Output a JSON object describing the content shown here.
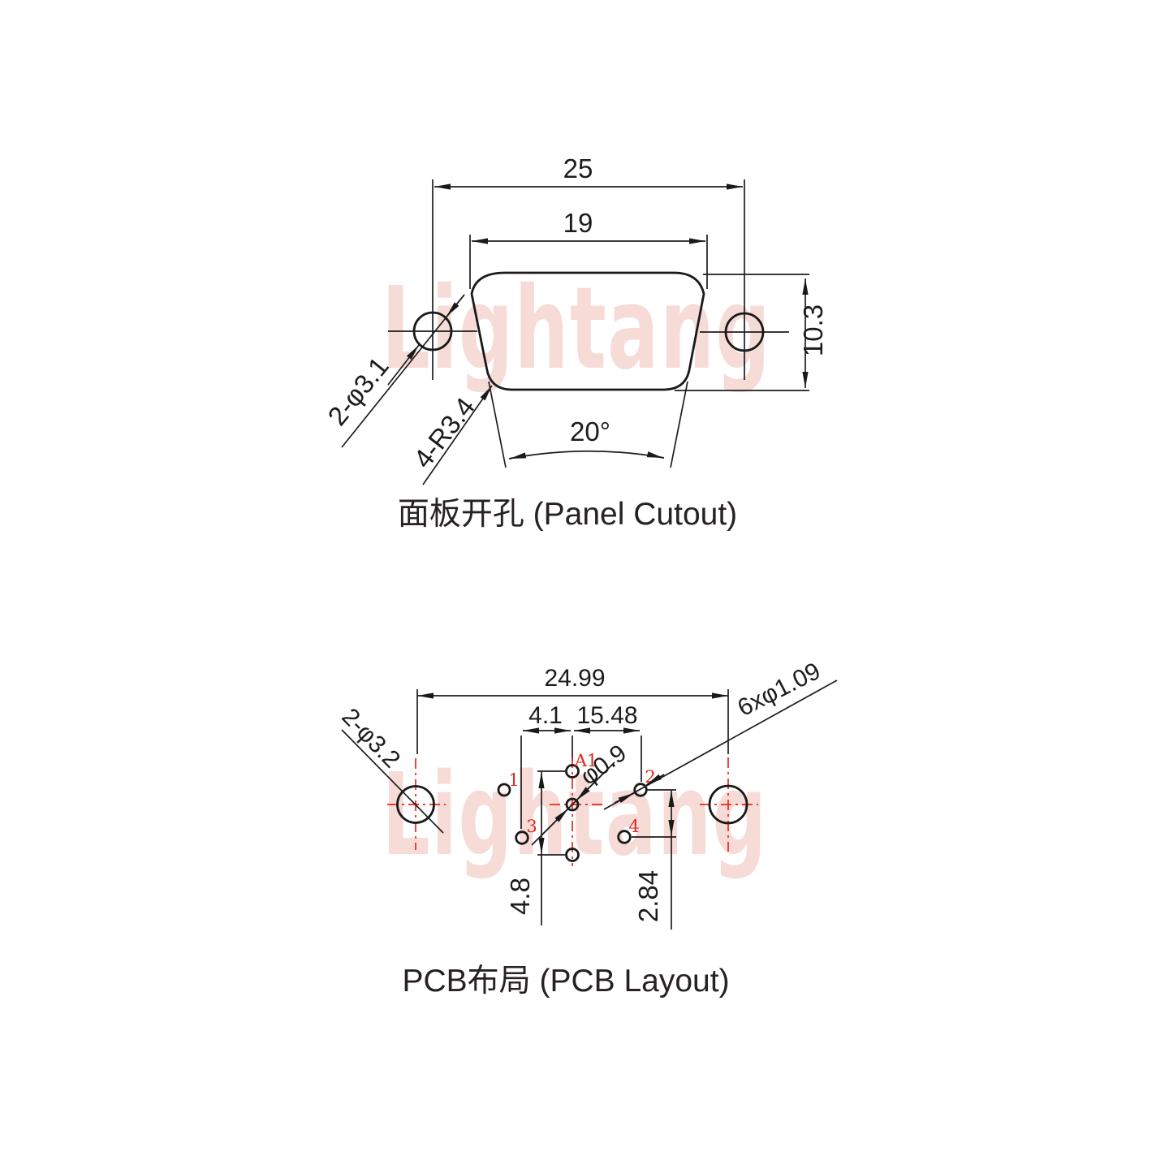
{
  "watermark": {
    "text": "Lightang"
  },
  "colors": {
    "line": "#1a1a1a",
    "accent_red": "#e0271b",
    "watermark_pink": "#f6dbd7",
    "background": "#ffffff"
  },
  "panel_cutout": {
    "title": "面板开孔 (Panel Cutout)",
    "dim_width_outer": "25",
    "dim_width_inner": "19",
    "dim_height": "10.3",
    "label_mount_holes": "2-φ3.1",
    "label_corner_radius": "4-R3.4",
    "label_side_angle": "20°"
  },
  "pcb_layout": {
    "title": "PCB布局 (PCB Layout)",
    "dim_mount_span": "24.99",
    "dim_a1_offset": "4.1",
    "dim_pin2_offset": "15.48",
    "label_mount_holes": "2-φ3.2",
    "label_signal_holes": "6xφ1.09",
    "label_coax_hole": "φ0.9",
    "dim_column_height": "4.8",
    "dim_row_pitch": "2.84",
    "pins": {
      "a1": "A1",
      "p1": "1",
      "p2": "2",
      "p3": "3",
      "p4": "4"
    }
  }
}
